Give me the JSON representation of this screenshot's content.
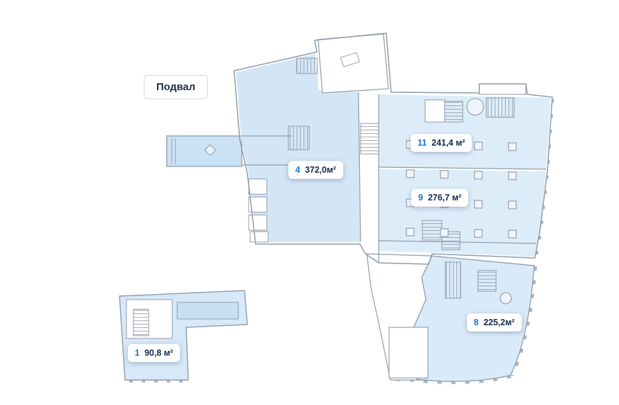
{
  "floor_label": {
    "text": "Подвал"
  },
  "plan": {
    "units": [
      {
        "number": "4",
        "area": "372,0м²"
      },
      {
        "number": "11",
        "area": "241,4 м²"
      },
      {
        "number": "9",
        "area": "276,7 м²"
      },
      {
        "number": "8",
        "area": "225,2м²"
      },
      {
        "number": "1",
        "area": "90,8 м²"
      }
    ],
    "colors": {
      "unit_number_accent": "#1a73c9",
      "unit_area_text": "#132a4e",
      "room_fill": "#d6e8f7",
      "hall_fill": "#dcecf9",
      "wall_line": "#8f9ba7"
    }
  }
}
